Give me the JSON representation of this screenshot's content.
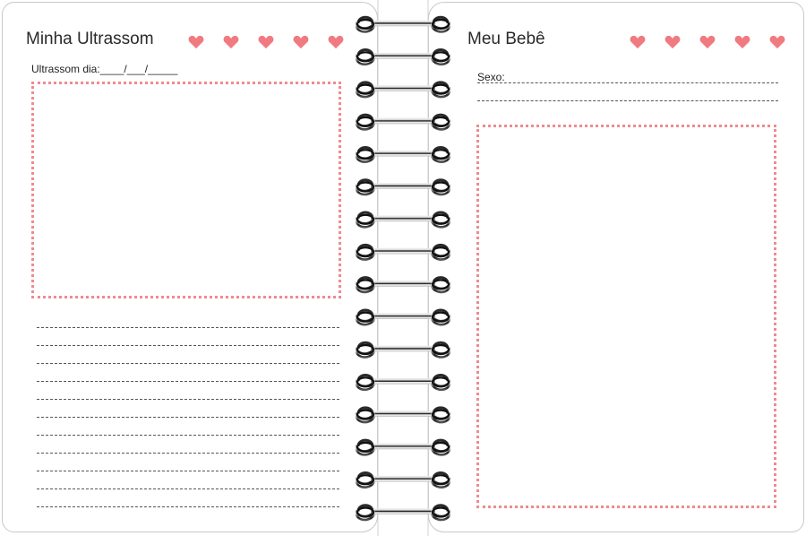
{
  "left_page": {
    "title": "Minha Ultrassom",
    "date_label": "Ultrassom dia:____/___/_____",
    "hearts": 5,
    "note_lines": 11
  },
  "right_page": {
    "title": "Meu Bebê",
    "sex_label": "Sexo:",
    "hearts": 5
  },
  "colors": {
    "accent": "#ee8b90",
    "heart": "#f07a80",
    "text": "#2a2a2a"
  },
  "icons": {
    "heart": "heart-icon",
    "spiral": "spiral-binding-icon"
  }
}
